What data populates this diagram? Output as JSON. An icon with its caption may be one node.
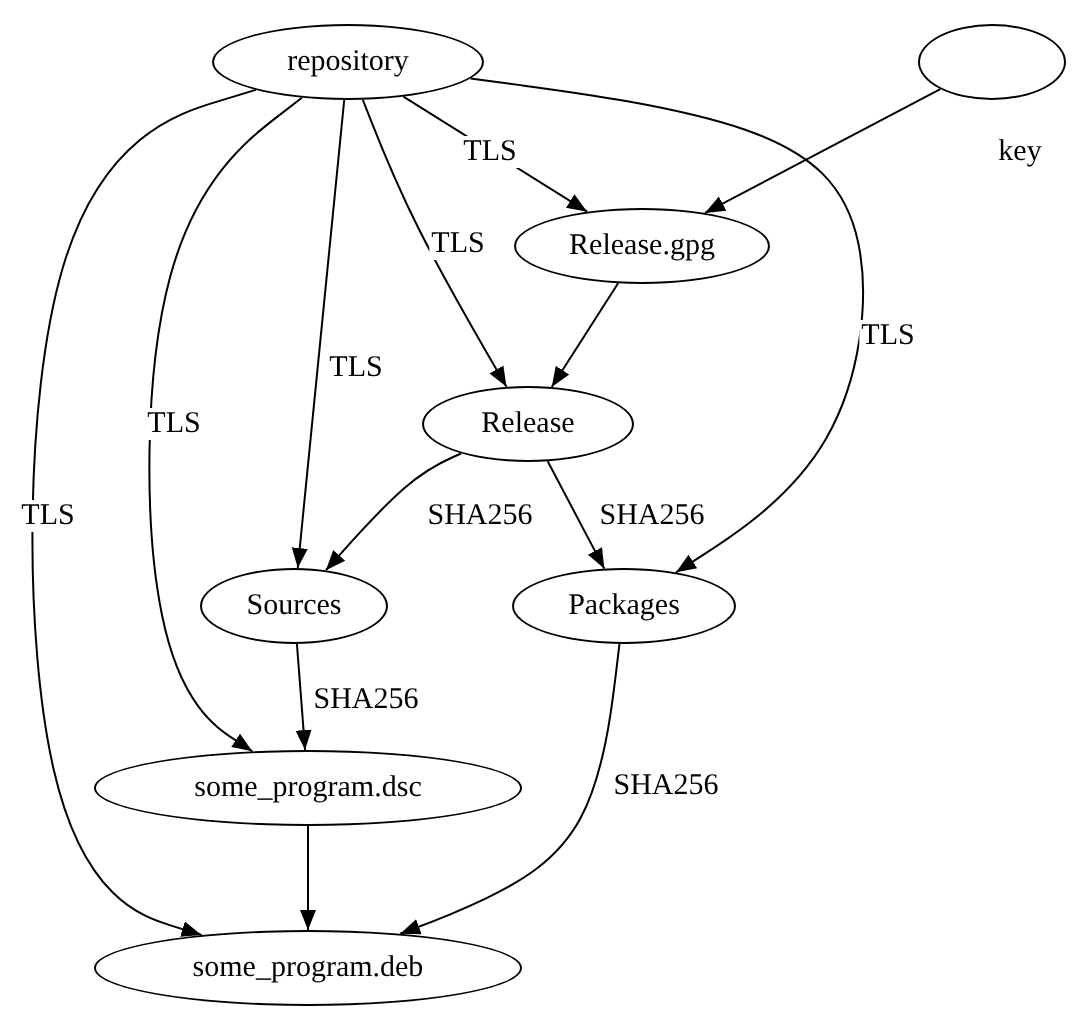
{
  "diagram": {
    "nodes": [
      {
        "text": [
          "repository"
        ]
      },
      {
        "text": [],
        "shape": "ellipse"
      },
      {
        "text": [
          "Release.gpg"
        ]
      },
      {
        "text": [
          "Release"
        ]
      },
      {
        "text": [
          "Sources"
        ]
      },
      {
        "text": [
          "Packages"
        ]
      },
      {
        "text": [
          "some_program.dsc"
        ]
      },
      {
        "text": [
          "some_program.deb"
        ]
      }
    ],
    "edges": [
      {
        "from": 0,
        "to": 2,
        "arrow": "to",
        "label": "TLS"
      },
      {
        "from": 1,
        "to": 2,
        "arrow": "to",
        "label": "key"
      },
      {
        "from": 0,
        "to": 3,
        "arrow": "to",
        "label": "TLS"
      },
      {
        "from": 2,
        "to": 3,
        "arrow": "to"
      },
      {
        "from": 0,
        "to": 4,
        "arrow": "to",
        "label": "TLS"
      },
      {
        "from": 0,
        "to": 5,
        "arrow": "to",
        "label": "TLS"
      },
      {
        "from": 0,
        "to": 6,
        "arrow": "to",
        "label": "TLS"
      },
      {
        "from": 0,
        "to": 7,
        "arrow": "to",
        "label": "TLS"
      },
      {
        "from": 3,
        "to": 4,
        "arrow": "to",
        "label": "SHA256"
      },
      {
        "from": 3,
        "to": 5,
        "arrow": "to",
        "label": "SHA256"
      },
      {
        "from": 4,
        "to": 6,
        "arrow": "to",
        "label": "SHA256"
      },
      {
        "from": 5,
        "to": 7,
        "arrow": "to",
        "label": "SHA256"
      },
      {
        "from": 6,
        "to": 7,
        "arrow": "to"
      }
    ]
  }
}
